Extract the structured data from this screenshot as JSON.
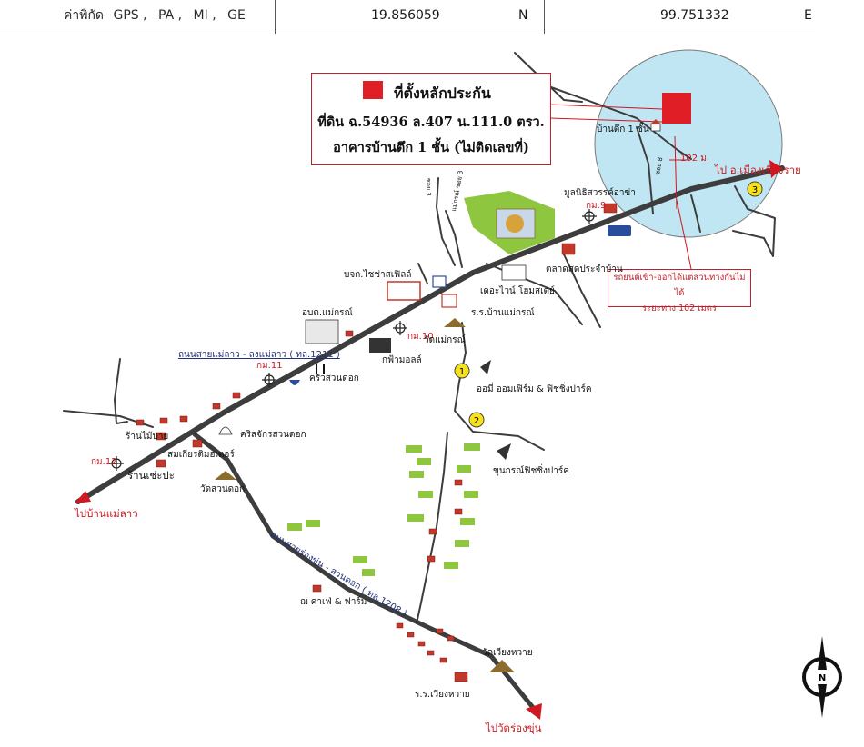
{
  "gps": {
    "label_prefix": "ค่าพิกัด",
    "label_gps": "GPS",
    "sep": ",",
    "label_pa": "PA",
    "label_mi": "MI",
    "label_ge": "GE",
    "latitude": "19.856059",
    "lat_dir": "N",
    "longitude": "99.751332",
    "lon_dir": "E"
  },
  "legend": {
    "marker_color": "#e01e25",
    "title": "ที่ตั้งหลักประกัน",
    "line1": "ที่ดิน ฉ.54936 ล.407 น.111.0 ตรว.",
    "line2": "อาคารบ้านตึก 1 ชั้น (ไม่ติดเลขที่)"
  },
  "inset": {
    "house_label": "บ้านตึก 1 ชั้น",
    "distance": "102 ม.",
    "direction": "ไป อ.เมืองเชียงราย"
  },
  "access_note": {
    "line1": "รถยนต์เข้า-ออกได้แต่สวนทางกันไม่ได้",
    "line2": "ระยะทาง 102 เมตร"
  },
  "destinations": {
    "mae_lao": "ไปบ้านแม่ลาว",
    "wiang_chai": "ไปวัดร่องขุ่น"
  },
  "roads": {
    "main": "ถนนสายแม่ลาว - ลงแม่ลาว ( ทล.1211 )",
    "secondary": "ถนนสายร่องขุ่น - สวนดอก ( ทล.1208 )",
    "soi3": "ซอย 3",
    "soi8": "ซอย 8",
    "soi_mae": "แม่กรณ์ ซอย 3"
  },
  "km_markers": [
    "กม.9",
    "กม.10",
    "กม.11",
    "กม.12"
  ],
  "route_points": [
    "1",
    "2",
    "3"
  ],
  "landmarks": [
    {
      "name": "มูลนิธิสวรรค์อาข่า"
    },
    {
      "name": "ตลาดสดประจำบ้าน"
    },
    {
      "name": "เดอะไวน์ โฮมสเตย์"
    },
    {
      "name": "บจก.ไชช่าสเฟิลล์"
    },
    {
      "name": "ร.ร.บ้านแม่กรณ์"
    },
    {
      "name": "อบต.แม่กรณ์"
    },
    {
      "name": "วัดแม่กรณ์"
    },
    {
      "name": "กฟ้ามอลล์"
    },
    {
      "name": "ครัวสวนดอก"
    },
    {
      "name": "ออมี่ ออมเฟิร์ม & ฟิชชิ่งปาร์ค"
    },
    {
      "name": "ร้านไม้บาย"
    },
    {
      "name": "คริสจักรสวนดอก"
    },
    {
      "name": "สมเกียรติมอเตอร์"
    },
    {
      "name": "ร้านเช่ะปะ"
    },
    {
      "name": "วัดสวนดอก"
    },
    {
      "name": "ขุนกรณ์ฟิชชิ่งปาร์ค"
    },
    {
      "name": "ฌ คาเฟ่ & ฟาร์ม"
    },
    {
      "name": "วัดเวียงหวาย"
    },
    {
      "name": "ร.ร.เวียงหวาย"
    }
  ],
  "compass": {
    "label": "N"
  },
  "colors": {
    "road": "#3d3d3d",
    "accent_red": "#d1171f",
    "inset_fill": "#bfe6f2",
    "field_green": "#8ec640",
    "marker_yellow": "#f7e21a"
  }
}
